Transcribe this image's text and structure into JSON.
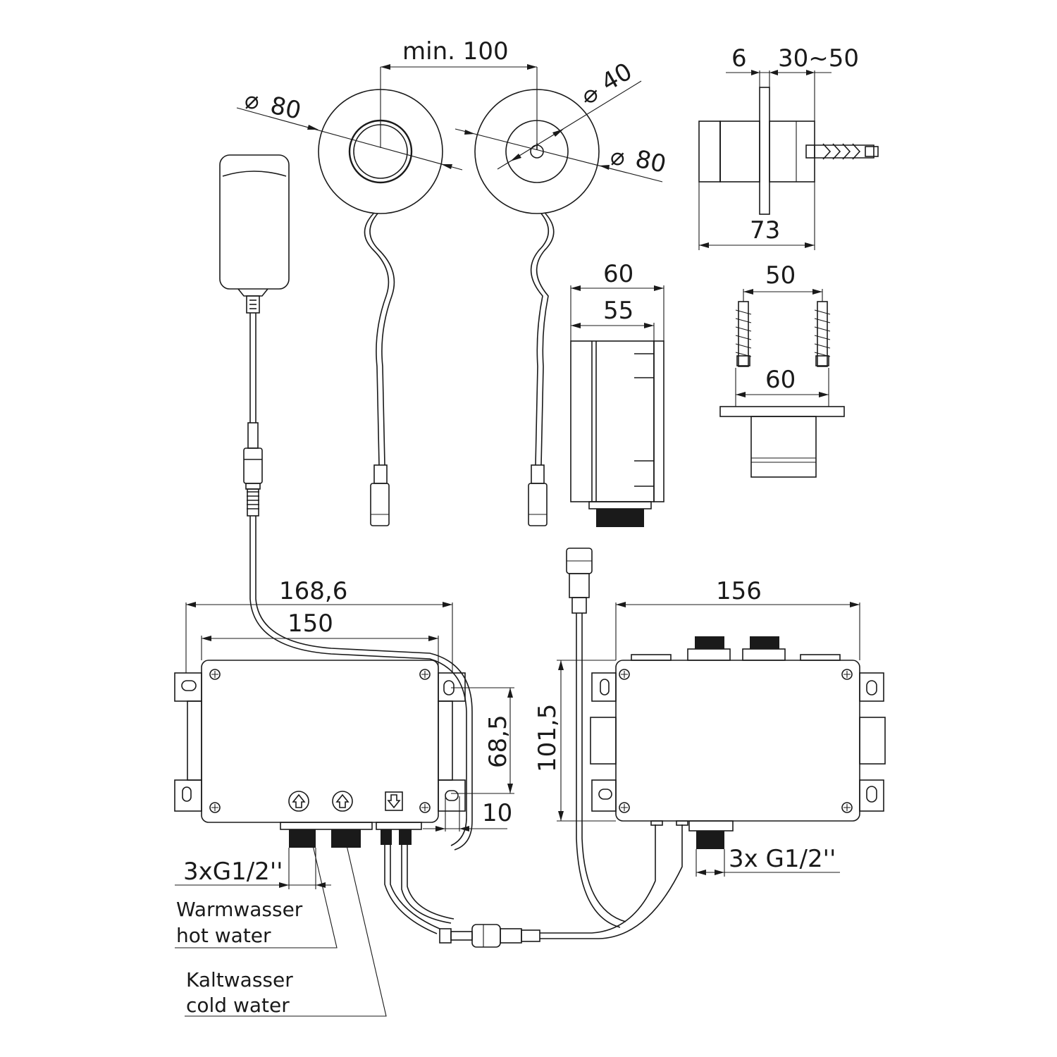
{
  "dimensions": {
    "min_spacing": "min. 100",
    "diam_80_left": "80",
    "diam_40": "40",
    "diam_80_right": "80",
    "wall_6": "6",
    "wall_30_50": "30~50",
    "body_73": "73",
    "depth_60": "60",
    "depth_55": "55",
    "anchor_50": "50",
    "flange_60": "60",
    "box_168_6": "168,6",
    "box_150": "150",
    "box_68_5": "68,5",
    "box_10": "10",
    "box_156": "156",
    "box_101_5": "101,5"
  },
  "labels": {
    "thread_left": "3xG1/2''",
    "thread_right": "3x G1/2''",
    "hot_de": "Warmwasser",
    "hot_en": "hot water",
    "cold_de": "Kaltwasser",
    "cold_en": "cold water"
  },
  "diameter_symbol": "⌀"
}
